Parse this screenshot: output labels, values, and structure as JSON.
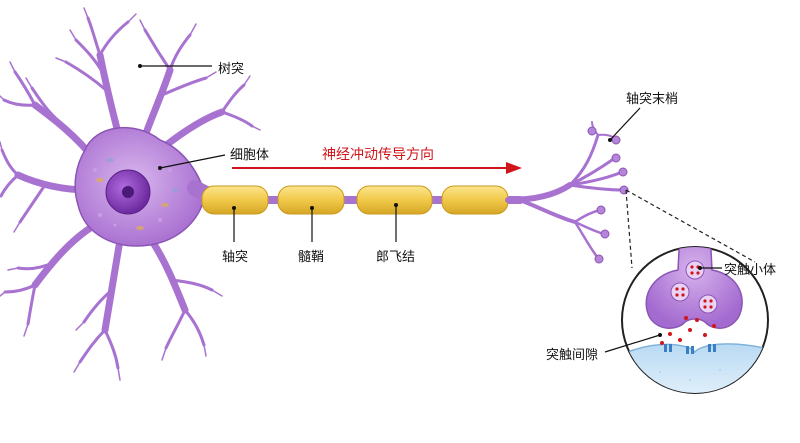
{
  "labels": {
    "dendrite": "树突",
    "cell_body": "细胞体",
    "impulse_direction": "神经冲动传导方向",
    "axon": "轴突",
    "myelin_sheath": "髓鞘",
    "node_of_ranvier": "郎飞结",
    "axon_terminal": "轴突末梢",
    "synaptic_vesicle": "突触小体",
    "synaptic_cleft": "突触间隙"
  },
  "colors": {
    "neuron": "#b07ad4",
    "neuron_dark": "#7a4aa8",
    "nucleus": "#8b3fc4",
    "myelin": "#f1c94a",
    "myelin_edge": "#c99a1c",
    "arrow": "#d0161b",
    "postsynaptic": "#cfe6f7",
    "receptor": "#3a7fc2"
  },
  "icons": {
    "arrow": "right-arrow-icon"
  }
}
